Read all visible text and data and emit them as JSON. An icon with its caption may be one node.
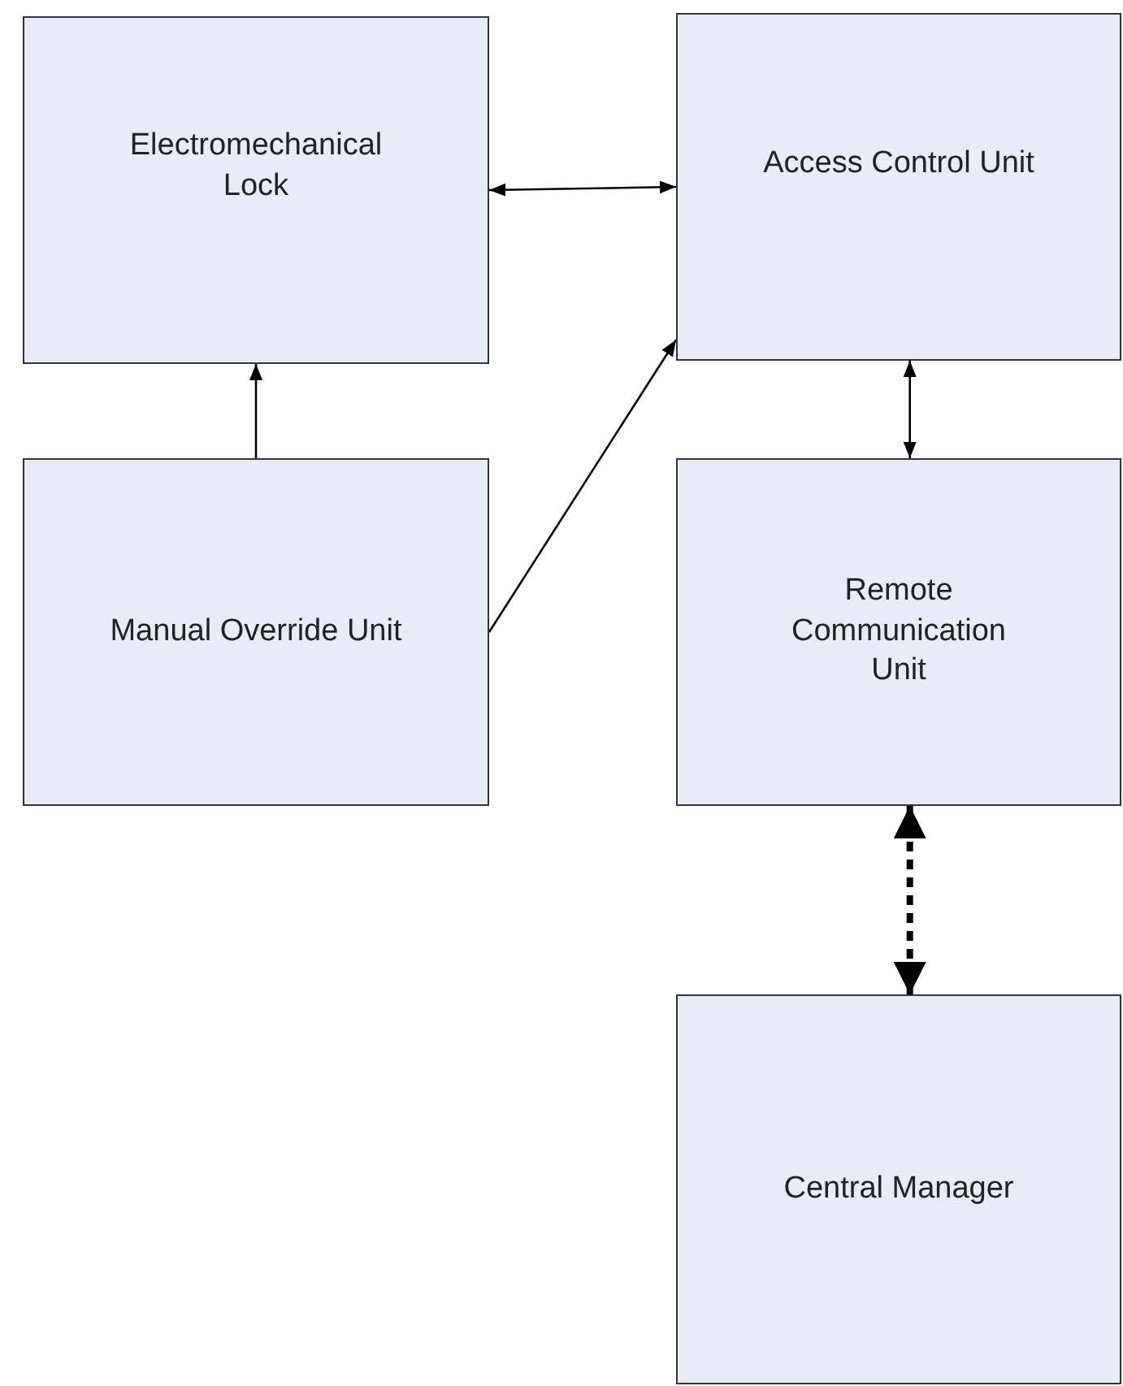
{
  "diagram": {
    "nodes": [
      {
        "text": [
          "Electromechanical Lock"
        ]
      },
      {
        "text": [
          "Access Control Unit"
        ]
      },
      {
        "text": [
          "Manual Override Unit"
        ]
      },
      {
        "text": [
          "Remote Communication Unit"
        ]
      },
      {
        "text": [
          "Central Manager"
        ]
      }
    ],
    "edges": [
      {
        "from": 0,
        "to": 1,
        "arrow": "both"
      },
      {
        "from": 2,
        "to": 0,
        "arrow": "to"
      },
      {
        "from": 2,
        "to": 1,
        "arrow": "to"
      },
      {
        "from": 1,
        "to": 3,
        "arrow": "both"
      },
      {
        "from": 3,
        "to": 4,
        "arrow": "both",
        "style": "dashed"
      }
    ]
  }
}
